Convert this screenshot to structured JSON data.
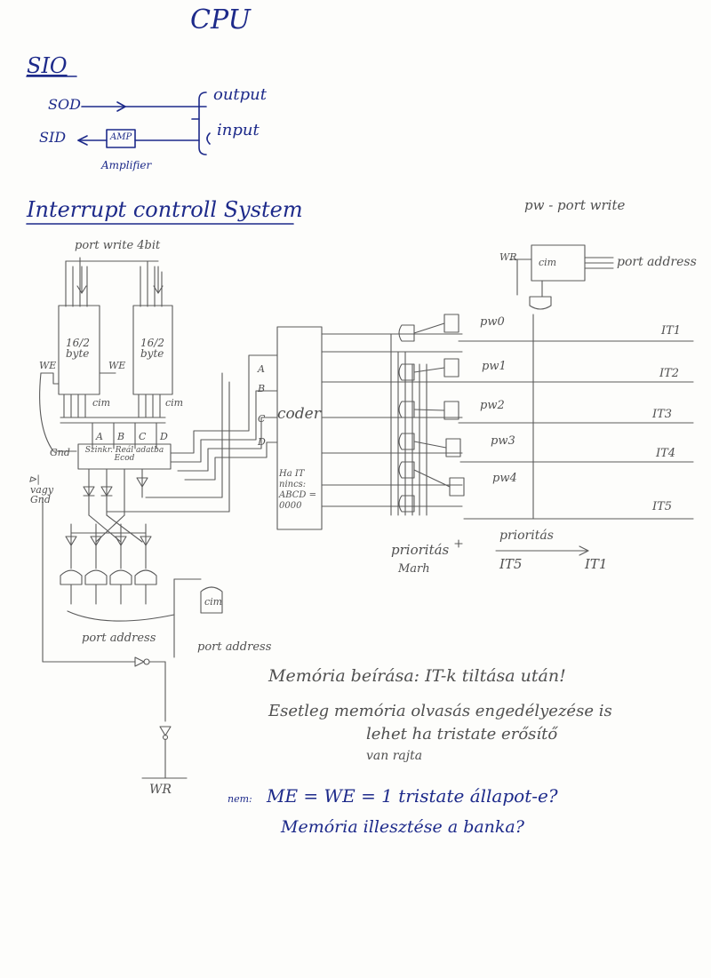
{
  "title": "CPU",
  "sio": {
    "heading": "SIO",
    "sod": "SOD",
    "sid": "SID",
    "output": "output",
    "input": "input",
    "amp": "AMP",
    "amplifier": "Amplifier"
  },
  "interrupt": {
    "heading": "Interrupt controll System",
    "port_write_4bit": "port write 4bit",
    "mem_left": "16/2 byte",
    "mem_right": "16/2 byte",
    "we_left": "WE",
    "we_mid": "WE",
    "cim_left": "cim",
    "cim_right": "cim",
    "abcd": [
      "A",
      "B",
      "C",
      "D"
    ],
    "decoder": "Szinkr. Reál adatba Ecod",
    "gnd": "Gnd",
    "vagy_gnd": "vagy Gnd",
    "diode_mark": "⊳|",
    "port_address": "port address",
    "cim_port": "cim",
    "port_address_2": "port address",
    "wr": "WR",
    "coder_inputs": [
      "A",
      "B",
      "C",
      "D"
    ],
    "coder": "coder",
    "coder_note": "Ha IT nincs: ABCD = 0000",
    "pw_port_write": "pw - port write",
    "wr_top": "WR",
    "cim_top": "cim",
    "port_address_top": "port address",
    "pw_labels": [
      "pw0",
      "pw1",
      "pw2",
      "pw3",
      "pw4"
    ],
    "it_labels": [
      "IT1",
      "IT2",
      "IT3",
      "IT4",
      "IT5"
    ],
    "priority_label": "prioritás",
    "priority_mark": "Marh",
    "priority_order": "prioritás",
    "it5": "IT5",
    "it1": "IT1"
  },
  "notes": {
    "line1": "Memória beírása: IT-k tiltása után!",
    "line2": "Esetleg memória olvasás engedélyezése is",
    "line3": "lehet ha tristate erősítő",
    "line4": "van rajta",
    "prefix": "nem:",
    "line5": "ME = WE = 1  tristate állapot-e?",
    "line6": "Memória illesztése a banka?"
  },
  "colors": {
    "ink_blue": "#1d2a8a",
    "pencil": "#4a4a4a",
    "paper": "#fdfdfb"
  }
}
